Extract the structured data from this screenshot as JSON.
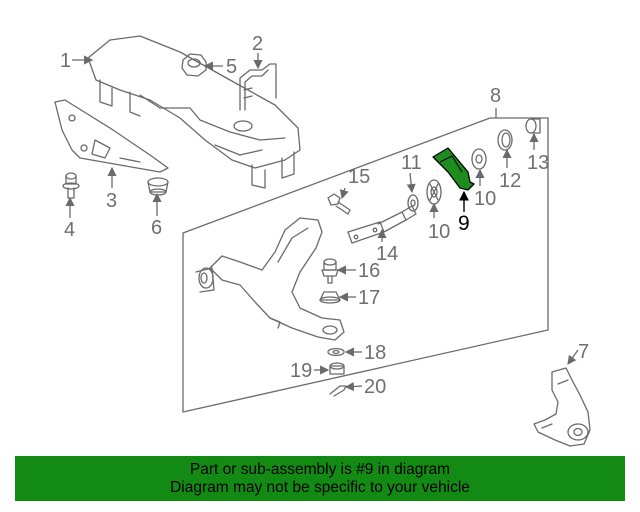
{
  "callouts": [
    "1",
    "2",
    "3",
    "4",
    "5",
    "6",
    "7",
    "8",
    "9",
    "10",
    "10",
    "11",
    "12",
    "13",
    "14",
    "15",
    "16",
    "17",
    "18",
    "19",
    "20"
  ],
  "highlight": {
    "part_number": "9",
    "fill_color": "#1e8c1e"
  },
  "banner": {
    "line1": "Part or sub-assembly is #9 in diagram",
    "line2": "Diagram may not be specific to your vehicle",
    "background_color": "#138a13"
  }
}
